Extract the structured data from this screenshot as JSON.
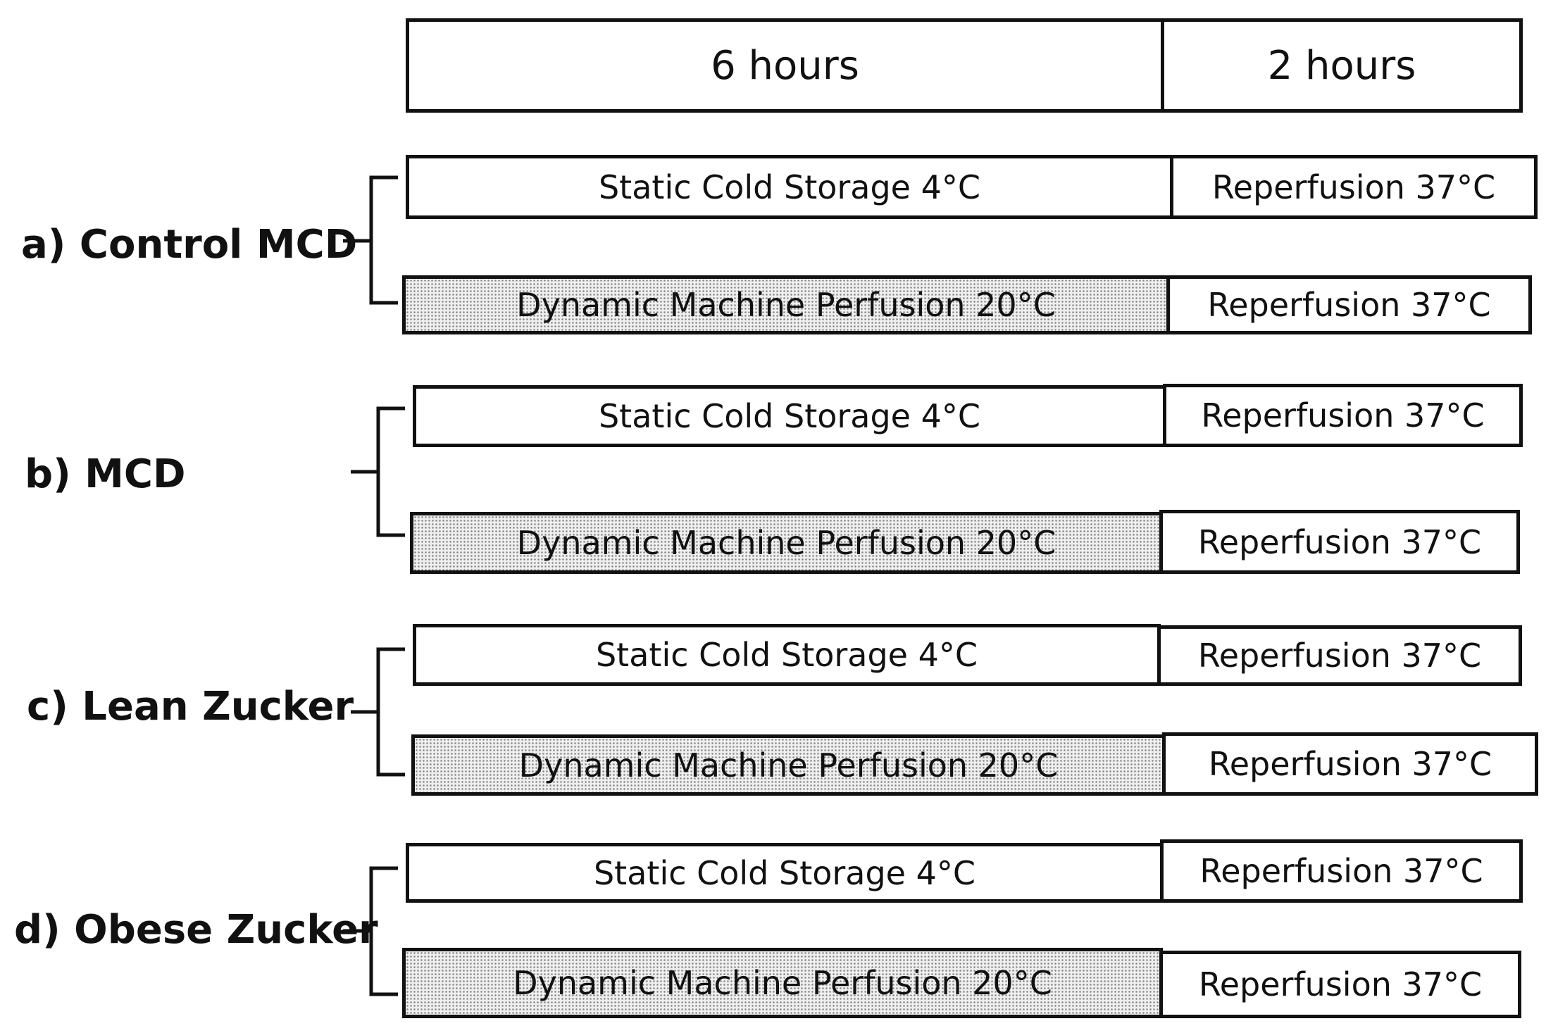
{
  "header": {
    "phase1": "6 hours",
    "phase2": "2 hours"
  },
  "groups": [
    {
      "label": "a) Control MCD",
      "row1": {
        "left": "Static Cold Storage 4°C",
        "right": "Reperfusion 37°C"
      },
      "row2": {
        "left": "Dynamic Machine Perfusion 20°C",
        "right": "Reperfusion 37°C"
      }
    },
    {
      "label": "b) MCD",
      "row1": {
        "left": "Static Cold Storage 4°C",
        "right": "Reperfusion 37°C"
      },
      "row2": {
        "left": "Dynamic Machine Perfusion 20°C",
        "right": "Reperfusion 37°C"
      }
    },
    {
      "label": "c) Lean Zucker",
      "row1": {
        "left": "Static Cold Storage 4°C",
        "right": "Reperfusion 37°C"
      },
      "row2": {
        "left": "Dynamic Machine Perfusion 20°C",
        "right": "Reperfusion 37°C"
      }
    },
    {
      "label": "d) Obese Zucker",
      "row1": {
        "left": "Static Cold Storage 4°C",
        "right": "Reperfusion 37°C"
      },
      "row2": {
        "left": "Dynamic Machine Perfusion 20°C",
        "right": "Reperfusion 37°C"
      }
    }
  ],
  "colors": {
    "stroke": "#111111",
    "dotted_fill": "#efefef",
    "dot": "#8a8a8a"
  }
}
